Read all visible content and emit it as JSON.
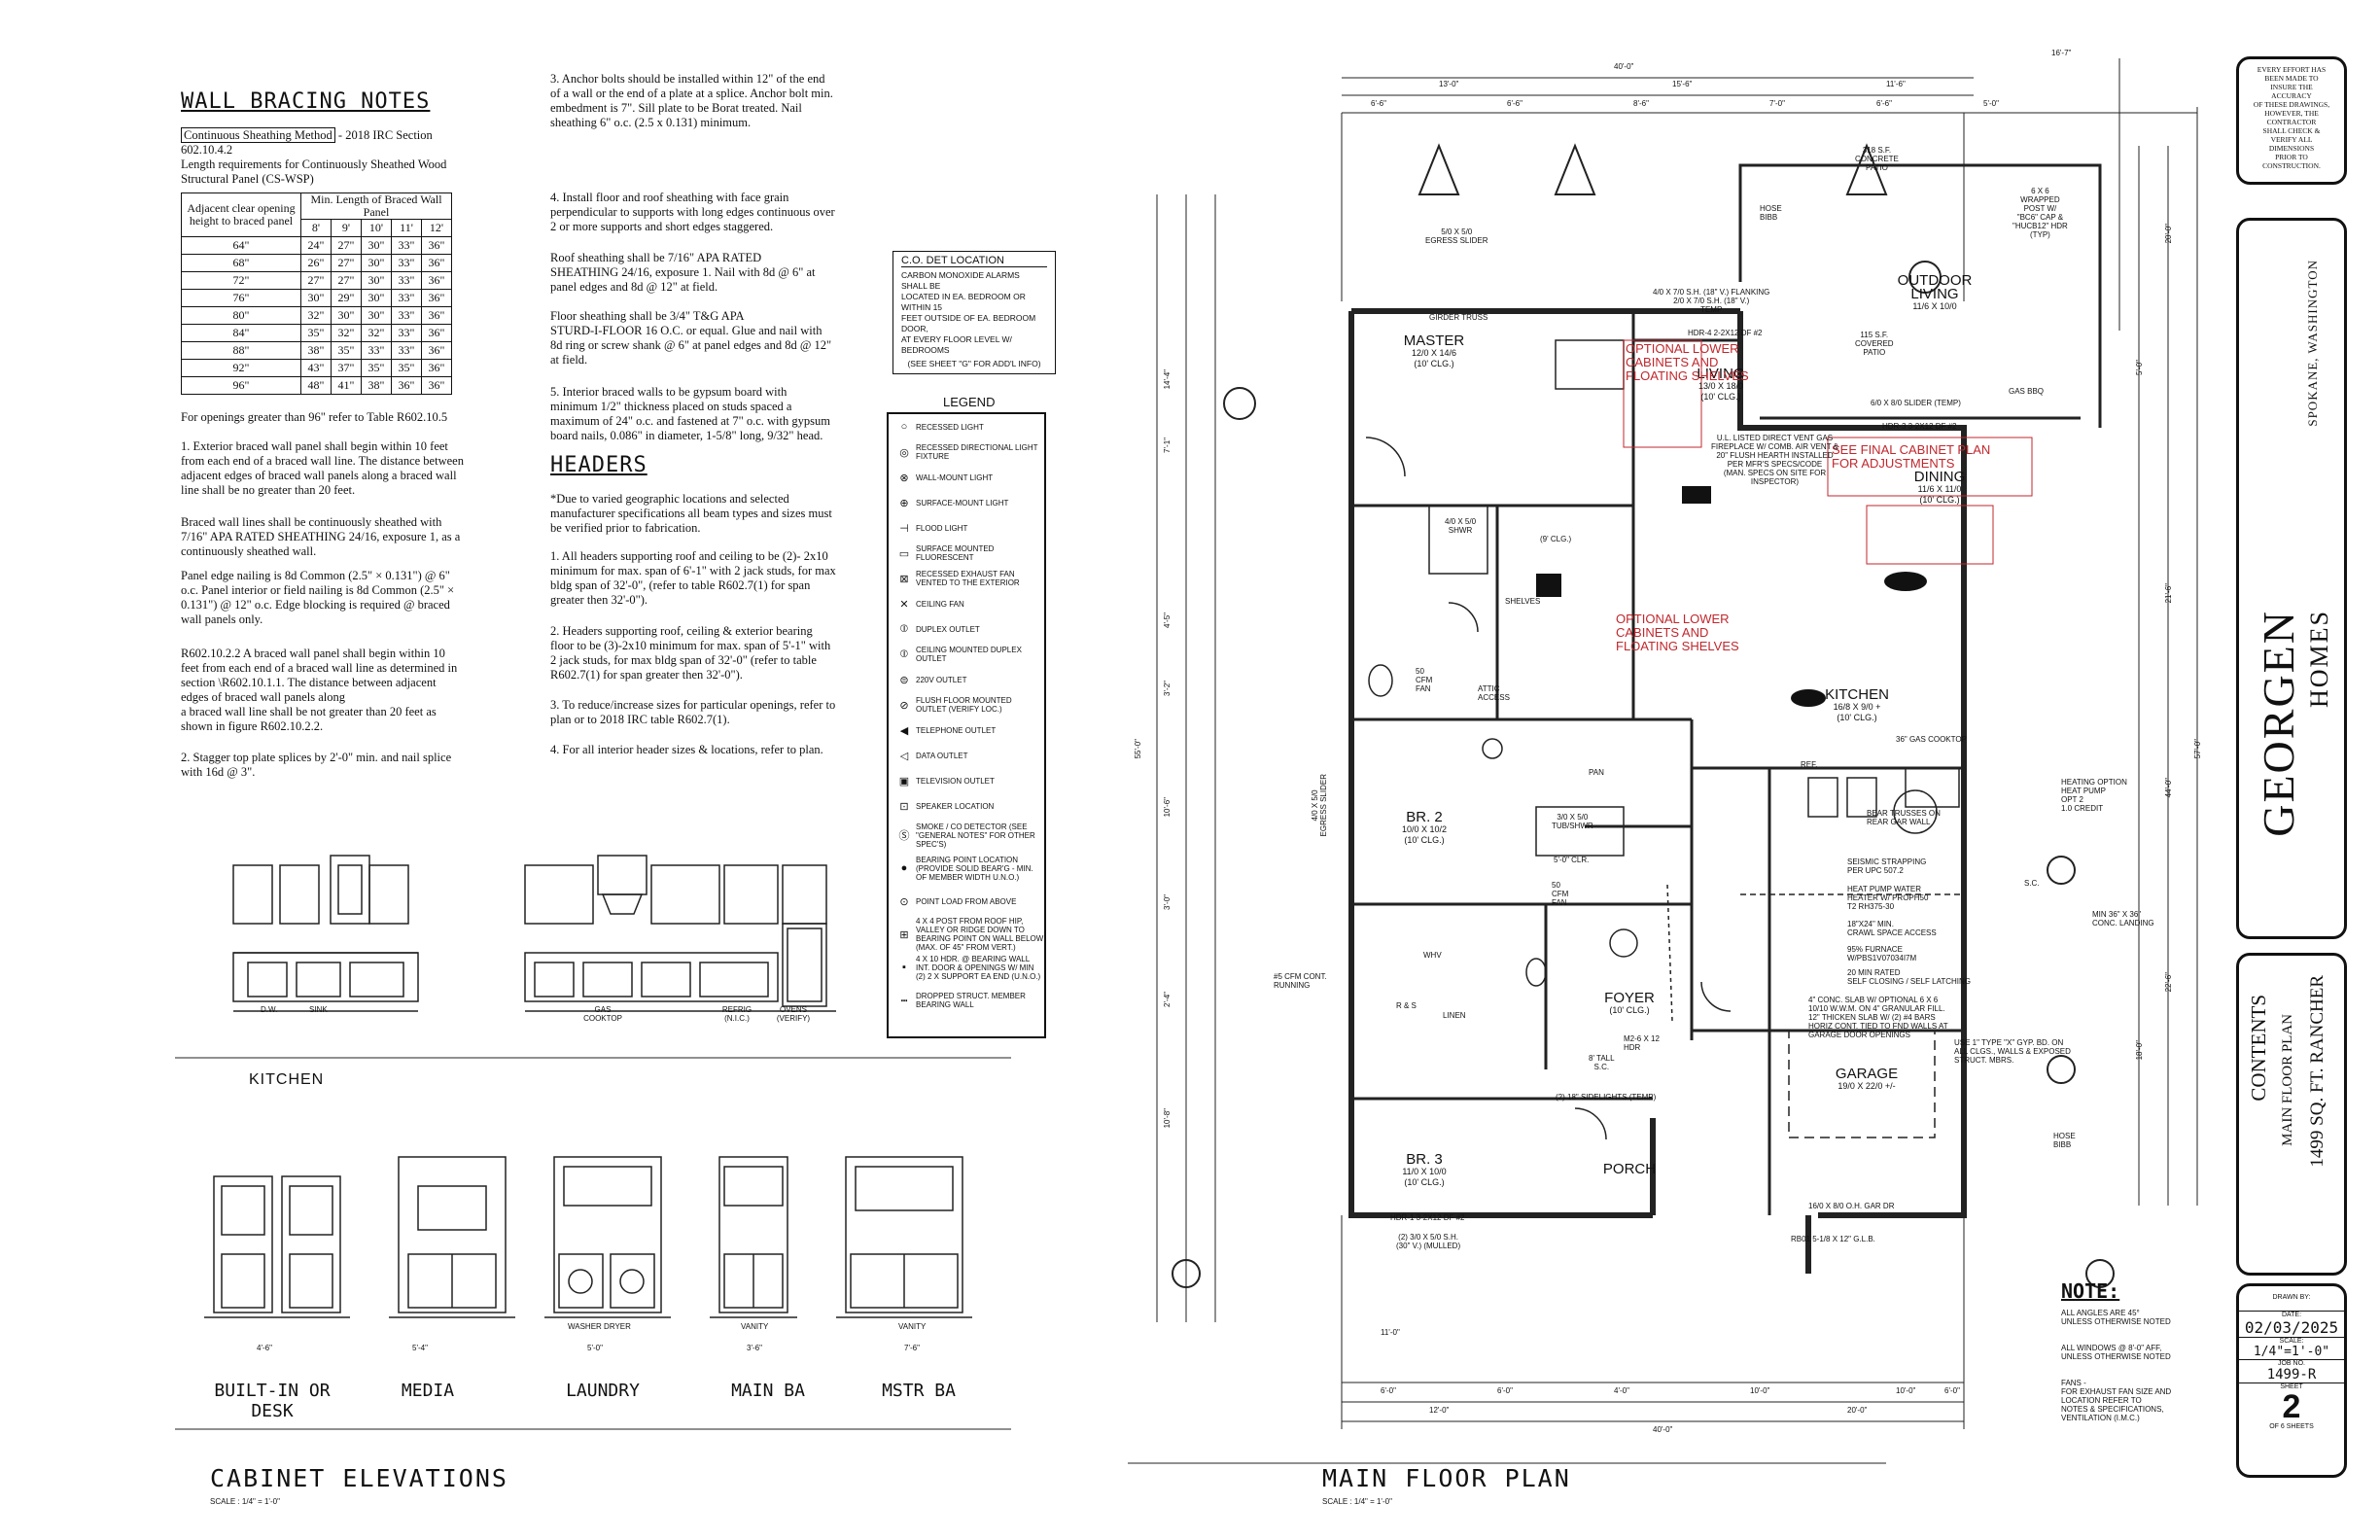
{
  "notes": {
    "wall_bracing_title": "WALL BRACING NOTES",
    "method_label": "Continuous Sheathing Method",
    "method_ref": " - 2018 IRC Section 602.10.4.2",
    "length_req": "Length requirements for Continuously Sheathed Wood Structural Panel (CS-WSP)",
    "table": {
      "col0": "Adjacent clear opening height to braced panel",
      "col_group": "Min. Length of Braced Wall Panel",
      "heights": [
        "8'",
        "9'",
        "10'",
        "11'",
        "12'"
      ],
      "rows": [
        [
          "64\"",
          "24\"",
          "27\"",
          "30\"",
          "33\"",
          "36\""
        ],
        [
          "68\"",
          "26\"",
          "27\"",
          "30\"",
          "33\"",
          "36\""
        ],
        [
          "72\"",
          "27\"",
          "27\"",
          "30\"",
          "33\"",
          "36\""
        ],
        [
          "76\"",
          "30\"",
          "29\"",
          "30\"",
          "33\"",
          "36\""
        ],
        [
          "80\"",
          "32\"",
          "30\"",
          "30\"",
          "33\"",
          "36\""
        ],
        [
          "84\"",
          "35\"",
          "32\"",
          "32\"",
          "33\"",
          "36\""
        ],
        [
          "88\"",
          "38\"",
          "35\"",
          "33\"",
          "33\"",
          "36\""
        ],
        [
          "92\"",
          "43\"",
          "37\"",
          "35\"",
          "35\"",
          "36\""
        ],
        [
          "96\"",
          "48\"",
          "41\"",
          "38\"",
          "36\"",
          "36\""
        ]
      ]
    },
    "openings_note": "For openings greater than 96\" refer to Table R602.10.5",
    "p1": "1.  Exterior braced wall panel shall begin within 10 feet\nfrom each end of a braced wall line. The distance between\nadjacent edges of braced wall panels along a braced wall\nline shall be no greater than 20 feet.",
    "p2": "Braced wall lines shall be continuously sheathed with\n7/16\" APA RATED SHEATHING 24/16, exposure 1, as a\ncontinuously sheathed wall.",
    "p3": "Panel edge nailing is 8d Common (2.5\" × 0.131\") @ 6\"\no.c. Panel interior or field nailing is 8d Common (2.5\" ×\n0.131\") @ 12\" o.c. Edge blocking is required @ braced\nwall panels only.",
    "p4": "R602.10.2.2  A braced wall panel shall begin within 10\nfeet from each end of a braced wall line as determined in\nsection  \\R602.10.1.1. The distance between adjacent\nedges of braced wall panels along\na braced wall line shall be not greater than 20 feet as\nshown in figure R602.10.2.2.",
    "p5": "2.  Stagger top plate splices by 2'-0\" min. and nail splice\nwith 16d @ 3\".",
    "p6": "3.  Anchor bolts should be installed within 12\" of the end\nof a wall or the end of a plate at a splice. Anchor bolt min.\nembedment is 7\". Sill plate to be Borat treated. Nail\nsheathing 6\" o.c. (2.5 x 0.131) minimum.",
    "p7": "4.  Install floor and roof sheathing with face grain\nperpendicular to supports with long edges continuous over\n2 or more supports and short edges staggered.",
    "p8": "Roof sheathing shall be 7/16\" APA RATED\nSHEATHING 24/16, exposure 1.  Nail with 8d @ 6\" at\npanel edges and 8d @ 12\" at field.",
    "p9": "Floor sheathing shall be 3/4\" T&G APA\nSTURD-I-FLOOR 16 O.C. or equal.  Glue and nail with\n8d ring or screw shank @ 6\" at panel edges and 8d @ 12\"\nat field.",
    "p10": "5. Interior braced walls to be gypsum board with\nminimum 1/2\" thickness placed on studs spaced a\nmaximum of 24\" o.c. and fastened at 7\" o.c. with gypsum\nboard nails, 0.086\" in diameter, 1-5/8\" long, 9/32\" head.",
    "headers_title": "HEADERS",
    "h0": "*Due to varied geographic locations and selected\nmanufacturer specifications all beam types and sizes must\nbe verified prior to fabrication.",
    "h1": "1. All headers supporting roof and ceiling to be  (2)- 2x10\nminimum for max. span of 6'-1\" with 2 jack studs, for max\nbldg span of 32'-0\", (refer to table R602.7(1) for span\ngreater then 32'-0\").",
    "h2": "2. Headers supporting roof, ceiling & exterior bearing\nfloor to be (3)-2x10 minimum for max. span of 5'-1\" with\n2 jack studs, for max bldg span of 32'-0\" (refer to table\nR602.7(1) for span greater then 32'-0\").",
    "h3": "3. To reduce/increase sizes for particular openings, refer to\nplan or to 2018 IRC table R602.7(1).",
    "h4": "4. For all interior header sizes & locations, refer to plan."
  },
  "co_det": {
    "title": "C.O. DET LOCATION",
    "text": "CARBON MONOXIDE ALARMS SHALL BE\nLOCATED IN EA. BEDROOM OR WITHIN 15\nFEET OUTSIDE OF EA. BEDROOM DOOR,\nAT EVERY FLOOR LEVEL W/ BEDROOMS",
    "ref": "(SEE SHEET \"G\" FOR ADD'L INFO)"
  },
  "legend": {
    "title": "LEGEND",
    "items": [
      {
        "sym": "○",
        "label": "RECESSED LIGHT"
      },
      {
        "sym": "◎",
        "label": "RECESSED DIRECTIONAL LIGHT FIXTURE"
      },
      {
        "sym": "⊗",
        "label": "WALL-MOUNT LIGHT"
      },
      {
        "sym": "⊕",
        "label": "SURFACE-MOUNT LIGHT"
      },
      {
        "sym": "⊣",
        "label": "FLOOD LIGHT"
      },
      {
        "sym": "▭",
        "label": "SURFACE MOUNTED FLUORESCENT"
      },
      {
        "sym": "⊠",
        "label": "RECESSED EXHAUST FAN VENTED TO THE EXTERIOR"
      },
      {
        "sym": "✕",
        "label": "CEILING FAN"
      },
      {
        "sym": "⦶",
        "label": "DUPLEX OUTLET"
      },
      {
        "sym": "⦶",
        "label": "CEILING MOUNTED DUPLEX OUTLET"
      },
      {
        "sym": "⊜",
        "label": "220V OUTLET"
      },
      {
        "sym": "⊘",
        "label": "FLUSH FLOOR MOUNTED OUTLET (VERIFY LOC.)"
      },
      {
        "sym": "◀",
        "label": "TELEPHONE OUTLET"
      },
      {
        "sym": "◁",
        "label": "DATA OUTLET"
      },
      {
        "sym": "▣",
        "label": "TELEVISION OUTLET"
      },
      {
        "sym": "⊡",
        "label": "SPEAKER LOCATION"
      },
      {
        "sym": "Ⓢ",
        "label": "SMOKE / CO DETECTOR (SEE \"GENERAL NOTES\" FOR OTHER SPEC'S)"
      },
      {
        "sym": "●",
        "label": "BEARING POINT LOCATION (PROVIDE SOLID BEAR'G - MIN. OF MEMBER WIDTH U.N.O.)"
      },
      {
        "sym": "⊙",
        "label": "POINT LOAD FROM ABOVE"
      },
      {
        "sym": "⊞",
        "label": "4 X 4 POST FROM ROOF HIP, VALLEY OR RIDGE DOWN TO BEARING POINT ON WALL BELOW (MAX. OF 45\" FROM VERT.)"
      },
      {
        "sym": "▪",
        "label": "4 X 10 HDR. @ BEARING WALL INT. DOOR & OPENINGS W/ MIN (2) 2 X SUPPORT EA END (U.N.O.)"
      },
      {
        "sym": "┅",
        "label": "DROPPED STRUCT. MEMBER BEARING WALL"
      }
    ]
  },
  "elevations": {
    "kitchen": "KITCHEN",
    "kitchen_labels": [
      "D.W.",
      "SINK",
      "GAS COOKTOP",
      "REFRIG (N.I.C.)",
      "OVENS (VERIFY)"
    ],
    "items": [
      {
        "title": "BUILT-IN OR DESK",
        "dim": "4'-6\""
      },
      {
        "title": "MEDIA",
        "dim": "5'-4\""
      },
      {
        "title": "LAUNDRY",
        "dim": "5'-0\"",
        "note": "WASHER DRYER"
      },
      {
        "title": "MAIN BA",
        "dim": "3'-6\"",
        "note": "VANITY"
      },
      {
        "title": "MSTR BA",
        "dim": "7'-6\"",
        "note": "VANITY"
      }
    ],
    "title": "CABINET ELEVATIONS",
    "scale": "SCALE : 1/4\"   = 1'-0\""
  },
  "plan": {
    "title": "MAIN FLOOR PLAN",
    "scale": "SCALE : 1/4\"   = 1'-0\"",
    "rooms": [
      {
        "name": "MASTER",
        "size": "12/0 X 14/6",
        "clg": "(10' CLG.)"
      },
      {
        "name": "LIVING",
        "size": "13/0 X 18/0",
        "clg": "(10' CLG.)"
      },
      {
        "name": "DINING",
        "size": "11/6 X 11/0",
        "clg": "(10' CLG.)"
      },
      {
        "name": "KITCHEN",
        "size": "16/8 X 9/0 +",
        "clg": "(10' CLG.)"
      },
      {
        "name": "OUTDOOR LIVING",
        "size": "11/6 X 10/0",
        "clg": ""
      },
      {
        "name": "BR. 2",
        "size": "10/0 X 10/2",
        "clg": "(10' CLG.)"
      },
      {
        "name": "BR. 3",
        "size": "11/0 X 10/0",
        "clg": "(10' CLG.)"
      },
      {
        "name": "FOYER",
        "size": "",
        "clg": "(10' CLG.)"
      },
      {
        "name": "PORCH",
        "size": "",
        "clg": ""
      },
      {
        "name": "GARAGE",
        "size": "19/0 X 22/0 +/-",
        "clg": ""
      }
    ],
    "red_notes": [
      "OPTIONAL LOWER\nCABINETS AND\nFLOATING SHELVES",
      "SEE FINAL CABINET PLAN\nFOR ADJUSTMENTS",
      "OPTIONAL LOWER\nCABINETS AND\nFLOATING SHELVES"
    ],
    "top_dims": [
      "40'-0\"",
      "13'-0\"",
      "15'-6\"",
      "11'-6\"",
      "16'-7\"",
      "6'-6\"",
      "6'-6\"",
      "8'-6\"",
      "7'-0\"",
      "6'-6\"",
      "5'-0\""
    ],
    "bottom_dims": [
      "6'-0\"",
      "6'-0\"",
      "4'-0\"",
      "10'-0\"",
      "10'-0\"",
      "6'-0\"",
      "12'-0\"",
      "20'-0\"",
      "40'-0\"",
      "11'-0\""
    ],
    "left_dims": [
      "55'-0\"",
      "14'-4\"",
      "7'-1\"",
      "4'-5\"",
      "3'-2\"",
      "10'-6\"",
      "3'-0\"",
      "2'-4\"",
      "10'-8\""
    ],
    "right_dims": [
      "57'-0\"",
      "20'-0\"",
      "21'-6\"",
      "44'-0\"",
      "22'-6\"",
      "18'-0\"",
      "5'-0\""
    ],
    "annotations": {
      "egress": "5/0 X 5/0\nEGRESS SLIDER",
      "girder": "GIRDER TRUSS",
      "flank": "4/0 X 7/0 S.H. (18\" V.) FLANKING\n2/0 X 7/0 S.H. (18\" V.)\nTEMP",
      "hdr": "HDR-4 2-2X12 DF #2",
      "fireplace": "U.L. LISTED DIRECT VENT GAS\nFIREPLACE W/ COMB. AIR VENT &\n20\" FLUSH HEARTH INSTALLED\nPER MFR'S SPECS/CODE\n(MAN. SPECS ON SITE FOR\nINSPECTOR)",
      "patio1": "318 S.F.\nCONCRETE\nPATIO",
      "patio2": "115 S.F.\nCOVERED\nPATIO",
      "post": "6 X 6\nWRAPPED\nPOST W/\n\"BC6\" CAP &\n\"HUCB12\" HDR\n(TYP)",
      "slider": "6/0 X 8/0 SLIDER (TEMP)",
      "gasbbq": "GAS BBQ",
      "hdr3": "HDR-3 3-2X12 DF #2",
      "cooktop": "36\" GAS COOKTOP",
      "bear": "BEAR TRUSSES ON\nREAR GAR WALL",
      "heatpump": "HEATING OPTION\nHEAT PUMP\nOPT 2\n1.0 CREDIT",
      "seismic": "SEISMIC STRAPPING\nPER UPC 507.2",
      "water": "HEAT PUMP WATER\nHEATER W/ PROPH50\nT2 RH375-30",
      "attic": "18\"X24\" MIN.\nCRAWL SPACE ACCESS",
      "furnace": "95% FURNACE\nW/PBS1V07034I7M",
      "rated": "20 MIN RATED\nSELF CLOSING / SELF LATCHING",
      "slab": "4\" CONC. SLAB W/ OPTIONAL 6 X 6\n10/10 W.W.M. ON 4\" GRANULAR FILL.\n12\" THICKEN SLAB W/ (2) #4 BARS\nHORIZ CONT. TIED TO FND WALLS AT\nGARAGE DOOR OPENINGS",
      "typex": "USE 1\" TYPE \"X\" GYP. BD. ON\nALL CLGS., WALLS & EXPOSED\nSTRUCT. MBRS.",
      "cont": "MIN 36\" X 36\"\nCONC. LANDING",
      "gardoor": "16/0 X 8/0 O.H. GAR DR",
      "rb": "RB01 5-1/8 X 12\" G.L.B.",
      "hose": "HOSE\nBIBB",
      "sidelights": "(2) 18\" SIDELIGHTS (TEMP)",
      "mulled": "(2) 3/0 X 5/0 S.H.\n(30\" V.) (MULLED)",
      "cfm": "#5 CFM CONT.\nRUNNING",
      "shelves": "SHELVES",
      "pantry": "PAN",
      "tub": "3/0 X 5/0\nTUB/SHWR",
      "shwr": "4/0 X 5/0\nSHWR",
      "attic_access": "ATTIC\nACCESS",
      "fan": "50\nCFM\nFAN",
      "hdr1": "HDR-1 3-2X12 DF #2",
      "m2": "M2-6 X 12\nHDR",
      "tall": "8' TALL\nS.C.",
      "ref": "REF.",
      "sc": "S.C.",
      "rs": "R & S",
      "linen": "LINEN",
      "clr": "5'-0\" CLR.",
      "clg9": "(9' CLG.)",
      "egress2": "4/0 X 5/0\nEGRESS SLIDER",
      "whv": "WHV",
      "tempnote": "(TEMP)"
    },
    "note_title": "NOTE:",
    "note1": "ALL ANGLES ARE 45°\nUNLESS OTHERWISE NOTED",
    "note2": "ALL WINDOWS @ 8'-0\" AFF,\nUNLESS OTHERWISE NOTED",
    "note3": "FANS -\nFOR EXHAUST FAN SIZE AND\nLOCATION REFER TO\nNOTES & SPECIFICATIONS,\nVENTILATION (I.M.C.)"
  },
  "title_block": {
    "disclaimer": "EVERY EFFORT HAS\nBEEN MADE TO\nINSURE THE\nACCURACY\nOF THESE DRAWINGS,\nHOWEVER, THE\nCONTRACTOR\nSHALL CHECK &\nVERIFY ALL\nDIMENSIONS\nPRIOR TO\nCONSTRUCTION.",
    "location": "SPOKANE, WASHINGTON",
    "company": "GEORGEN",
    "company2": "HOMES",
    "contents": "CONTENTS",
    "sheet_desc": "MAIN FLOOR PLAN",
    "project": "1499 SQ. FT. RANCHER",
    "drawn_by_label": "DRAWN BY:",
    "date_label": "DATE:",
    "date": "02/03/2025",
    "scale_label": "SCALE:",
    "scale": "1/4\"=1'-0\"",
    "job_label": "JOB NO.",
    "job": "1499-R",
    "sheet_label": "SHEET",
    "sheet": "2",
    "of_sheets": "OF 6 SHEETS"
  }
}
